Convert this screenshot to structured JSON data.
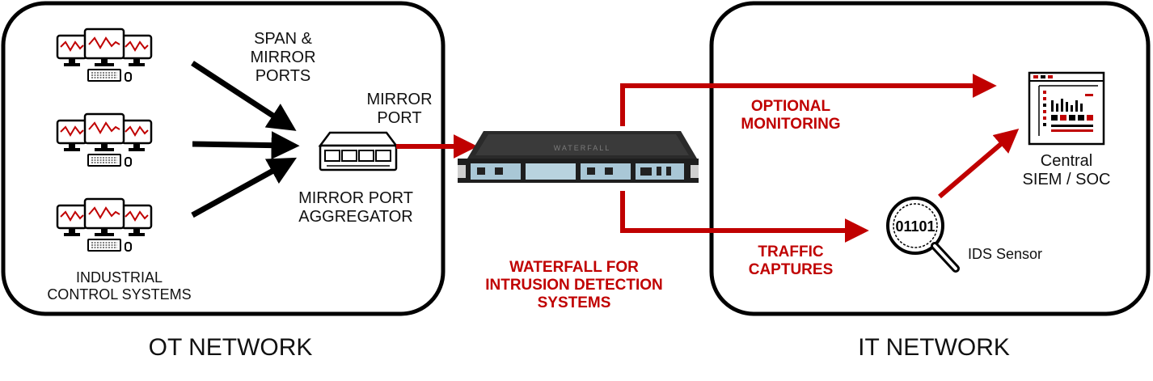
{
  "ot_network": {
    "label": "OT NETWORK",
    "span_ports_label": [
      "SPAN &",
      "MIRROR",
      "PORTS"
    ],
    "mirror_port_label": [
      "MIRROR",
      "PORT"
    ],
    "aggregator_label": [
      "MIRROR PORT",
      "AGGREGATOR"
    ],
    "ics_label": [
      "INDUSTRIAL",
      "CONTROL SYSTEMS"
    ]
  },
  "waterfall": {
    "label": [
      "WATERFALL FOR",
      "INTRUSION DETECTION",
      "SYSTEMS"
    ],
    "logo_text": "WATERFALL"
  },
  "it_network": {
    "label": "IT NETWORK",
    "optional_monitoring": [
      "OPTIONAL",
      "MONITORING"
    ],
    "traffic_captures": [
      "TRAFFIC",
      "CAPTURES"
    ],
    "siem_label": [
      "Central",
      "SIEM / SOC"
    ],
    "ids_label": "IDS Sensor",
    "ids_icon_text": "01101"
  },
  "colors": {
    "accent_red": "#c00000",
    "black": "#111111"
  }
}
